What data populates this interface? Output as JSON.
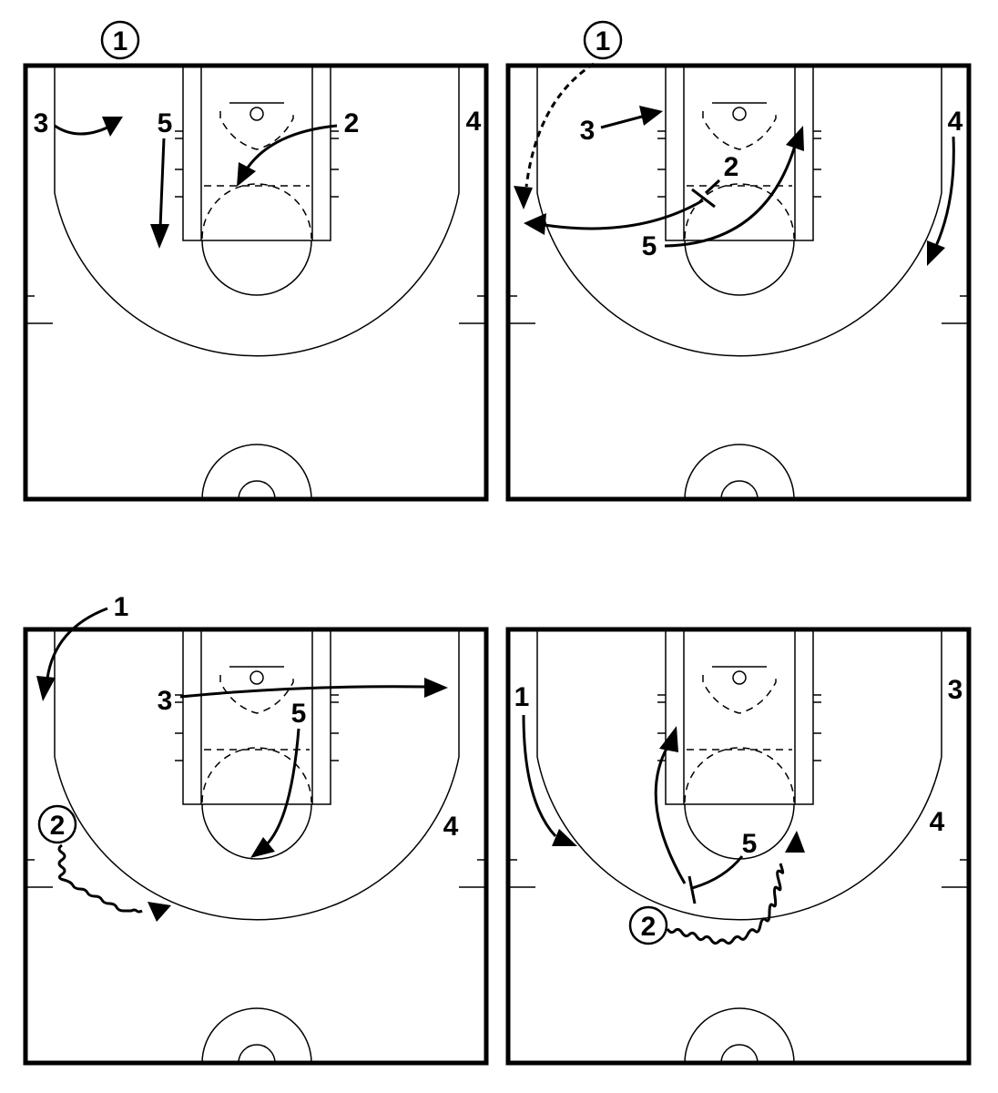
{
  "panels": [
    {
      "id": "top-left",
      "labels": {
        "p1": "1",
        "p2": "2",
        "p3": "3",
        "p4": "4",
        "p5": "5"
      }
    },
    {
      "id": "top-right",
      "labels": {
        "p1": "1",
        "p2": "2",
        "p3": "3",
        "p4": "4",
        "p5": "5"
      }
    },
    {
      "id": "bottom-left",
      "labels": {
        "p1": "1",
        "p2": "2",
        "p3": "3",
        "p4": "4",
        "p5": "5"
      }
    },
    {
      "id": "bottom-right",
      "labels": {
        "p1": "1",
        "p2": "2",
        "p3": "3",
        "p4": "4",
        "p5": "5"
      }
    }
  ]
}
